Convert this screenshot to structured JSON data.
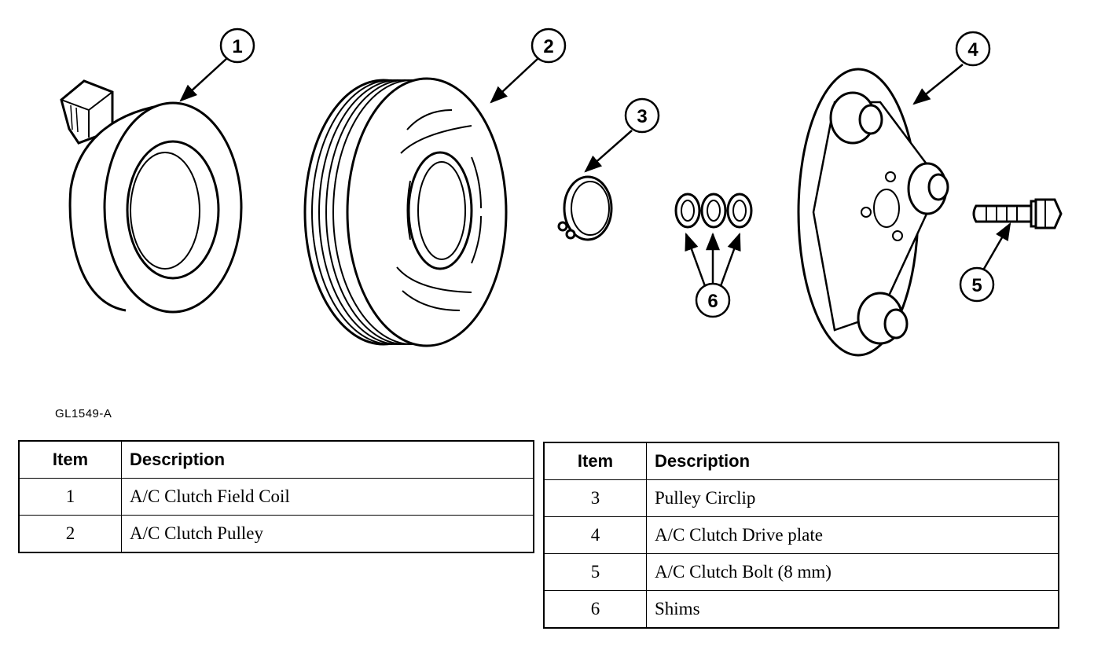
{
  "figure": {
    "code": "GL1549-A",
    "callouts": [
      "1",
      "2",
      "3",
      "4",
      "5",
      "6"
    ]
  },
  "tables": {
    "left": {
      "headers": {
        "item": "Item",
        "description": "Description"
      },
      "rows": [
        {
          "item": "1",
          "description": "A/C Clutch Field Coil"
        },
        {
          "item": "2",
          "description": "A/C Clutch Pulley"
        }
      ]
    },
    "right": {
      "headers": {
        "item": "Item",
        "description": "Description"
      },
      "rows": [
        {
          "item": "3",
          "description": "Pulley Circlip"
        },
        {
          "item": "4",
          "description": "A/C Clutch Drive plate"
        },
        {
          "item": "5",
          "description": "A/C Clutch Bolt (8 mm)"
        },
        {
          "item": "6",
          "description": "Shims"
        }
      ]
    }
  }
}
